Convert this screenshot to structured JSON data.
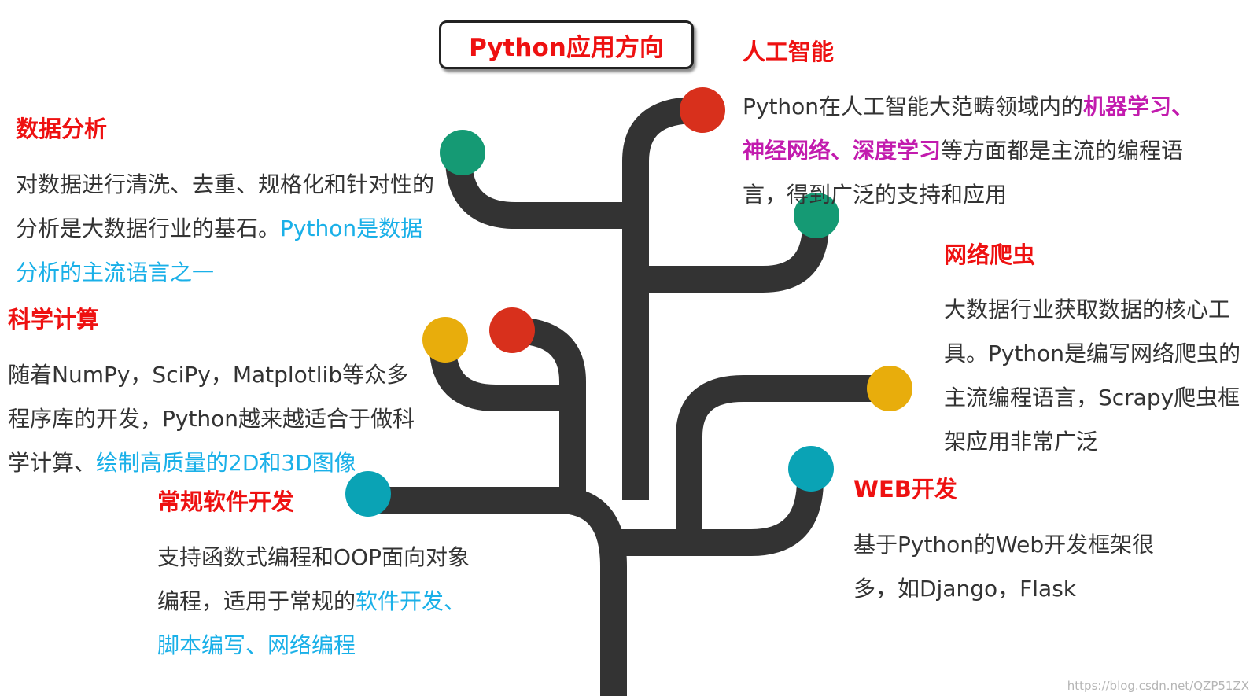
{
  "title": "Python应用方向",
  "colors": {
    "branch": "#333333",
    "heading": "#ee1111",
    "highlight_blue": "#1ab0e8",
    "highlight_magenta": "#c21bae",
    "node_red": "#d8301c",
    "node_green": "#159a74",
    "node_yellow": "#e8ad0c",
    "node_teal": "#0aa3b5"
  },
  "sections": {
    "ai": {
      "heading": "人工智能",
      "text1": "Python在人工智能大范畴领域内的",
      "hl1": "机器学习、神经网络、深度学习",
      "text2": "等方面都是主流的编程语言，得到广泛的支持和应用"
    },
    "data_analysis": {
      "heading": "数据分析",
      "text1": "对数据进行清洗、去重、规格化和针对性的分析是大数据行业的基石。",
      "hl1": "Python是数据分析的主流语言之一"
    },
    "crawler": {
      "heading": "网络爬虫",
      "text1": "大数据行业获取数据的核心工具。Python是编写网络爬虫的主流编程语言，Scrapy爬虫框架应用非常广泛"
    },
    "science": {
      "heading": "科学计算",
      "text1": "随着NumPy，SciPy，Matplotlib等众多程序库的开发，Python越来越适合于做科学计算、",
      "hl1": "绘制高质量的2D和3D图像"
    },
    "software": {
      "heading": "常规软件开发",
      "text1": "支持函数式编程和OOP面向对象编程，适用于常规的",
      "hl1": "软件开发、脚本编写、网络编程"
    },
    "web": {
      "heading": "WEB开发",
      "text1": "基于Python的Web开发框架很多，如Django，Flask"
    }
  },
  "watermark": "https://blog.csdn.net/QZP51ZX"
}
